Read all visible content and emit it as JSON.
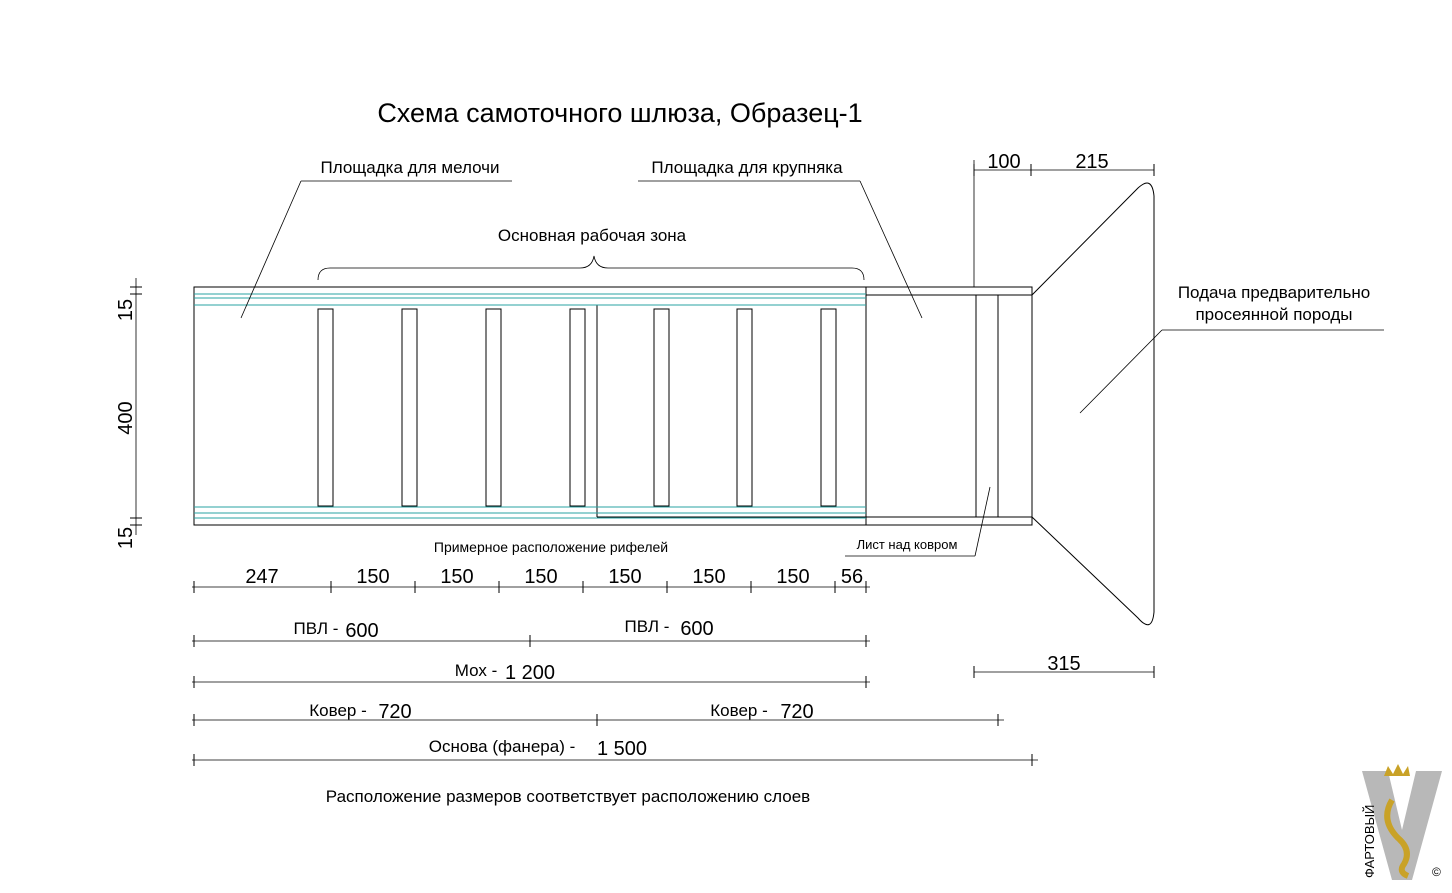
{
  "title": "Схема самоточного шлюза, Образец-1",
  "labels": {
    "small_area": "Площадка для мелочи",
    "large_area": "Площадка для крупняка",
    "work_zone": "Основная рабочая зона",
    "feed_line1": "Подача предварительно",
    "feed_line2": "просеянной породы",
    "riffles": "Примерное расположение рифелей",
    "sheet": "Лист над ковром",
    "footnote": "Расположение размеров соответствует расположению слоев"
  },
  "dims": {
    "top_100": "100",
    "top_215": "215",
    "left_15_top": "15",
    "left_400": "400",
    "left_15_bottom": "15",
    "riffle_first": "247",
    "riffle_pitch": [
      "150",
      "150",
      "150",
      "150",
      "150",
      "150"
    ],
    "riffle_last": "56",
    "pvl1_label": "ПВЛ -",
    "pvl1_value": "600",
    "pvl2_label": "ПВЛ -",
    "pvl2_value": "600",
    "moss_label": "Мох -",
    "moss_value": "1 200",
    "carpet1_label": "Ковер -",
    "carpet1_value": "720",
    "carpet2_label": "Ковер -",
    "carpet2_value": "720",
    "base_label": "Основа (фанера) -",
    "base_value": "1 500",
    "hopper_315": "315"
  },
  "logo": {
    "text": "ФАРТОВЫЙ",
    "copyright": "©"
  },
  "colors": {
    "line": "#000000",
    "accent": "#2aa3a3",
    "logo_gold": "#c9a227",
    "logo_gray": "#b8b8b8"
  }
}
